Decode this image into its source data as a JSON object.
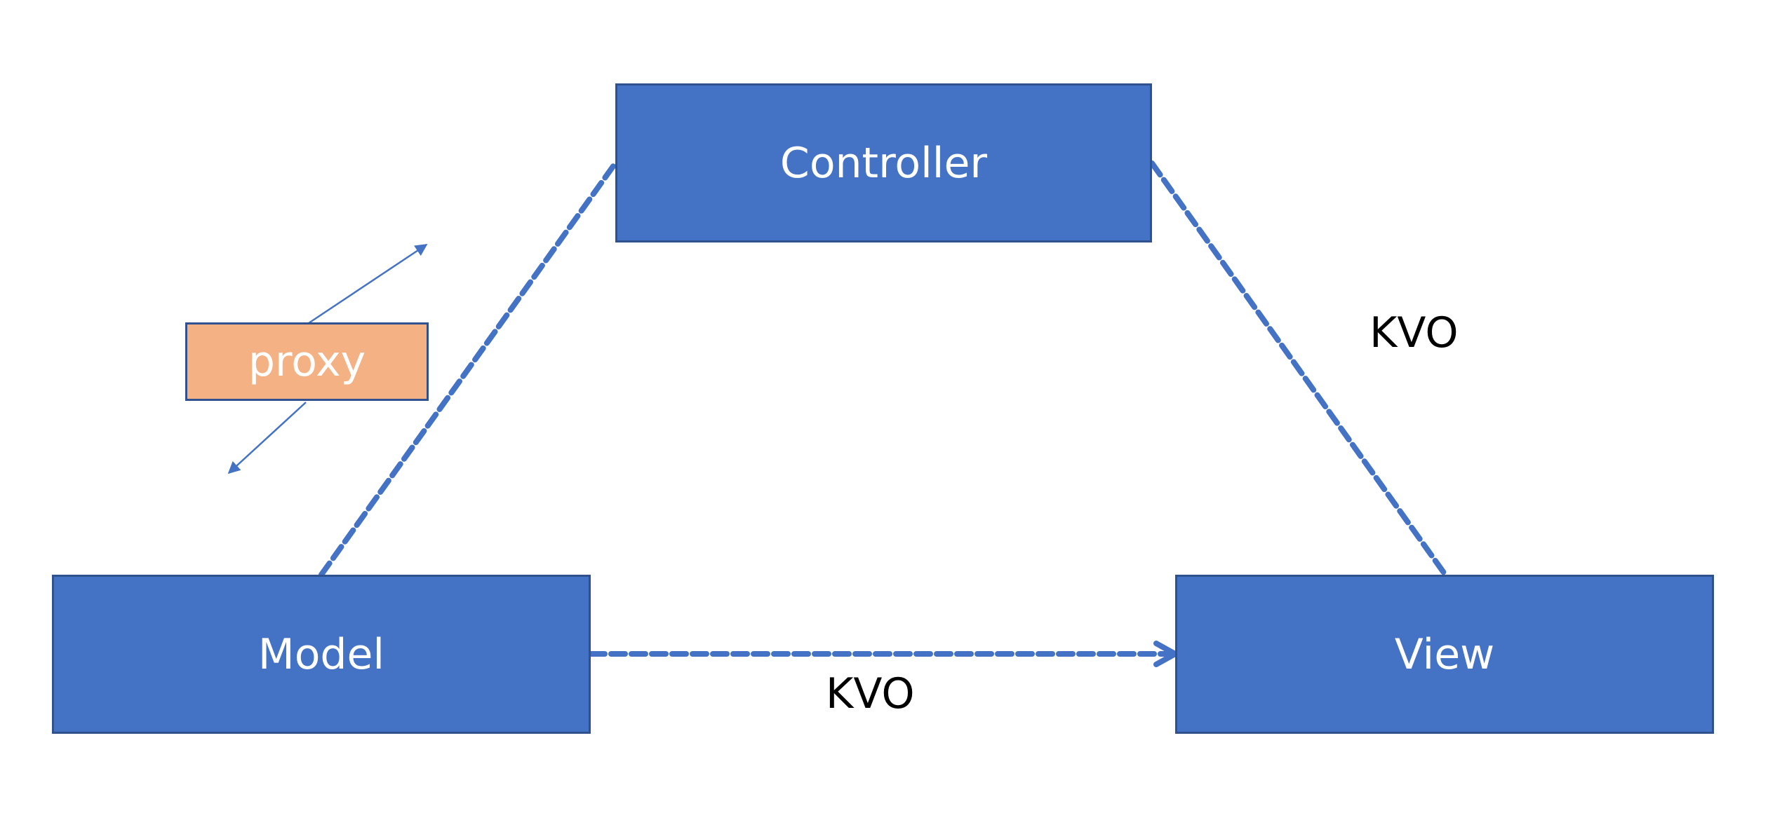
{
  "nodes": {
    "controller": "Controller",
    "model": "Model",
    "view": "View",
    "proxy": "proxy"
  },
  "edges": {
    "controller_view_label": "KVO",
    "model_view_label": "KVO"
  },
  "colors": {
    "node_fill": "#4472c4",
    "node_border": "#2f528f",
    "proxy_fill": "#f4b183",
    "line": "#4472c4"
  }
}
